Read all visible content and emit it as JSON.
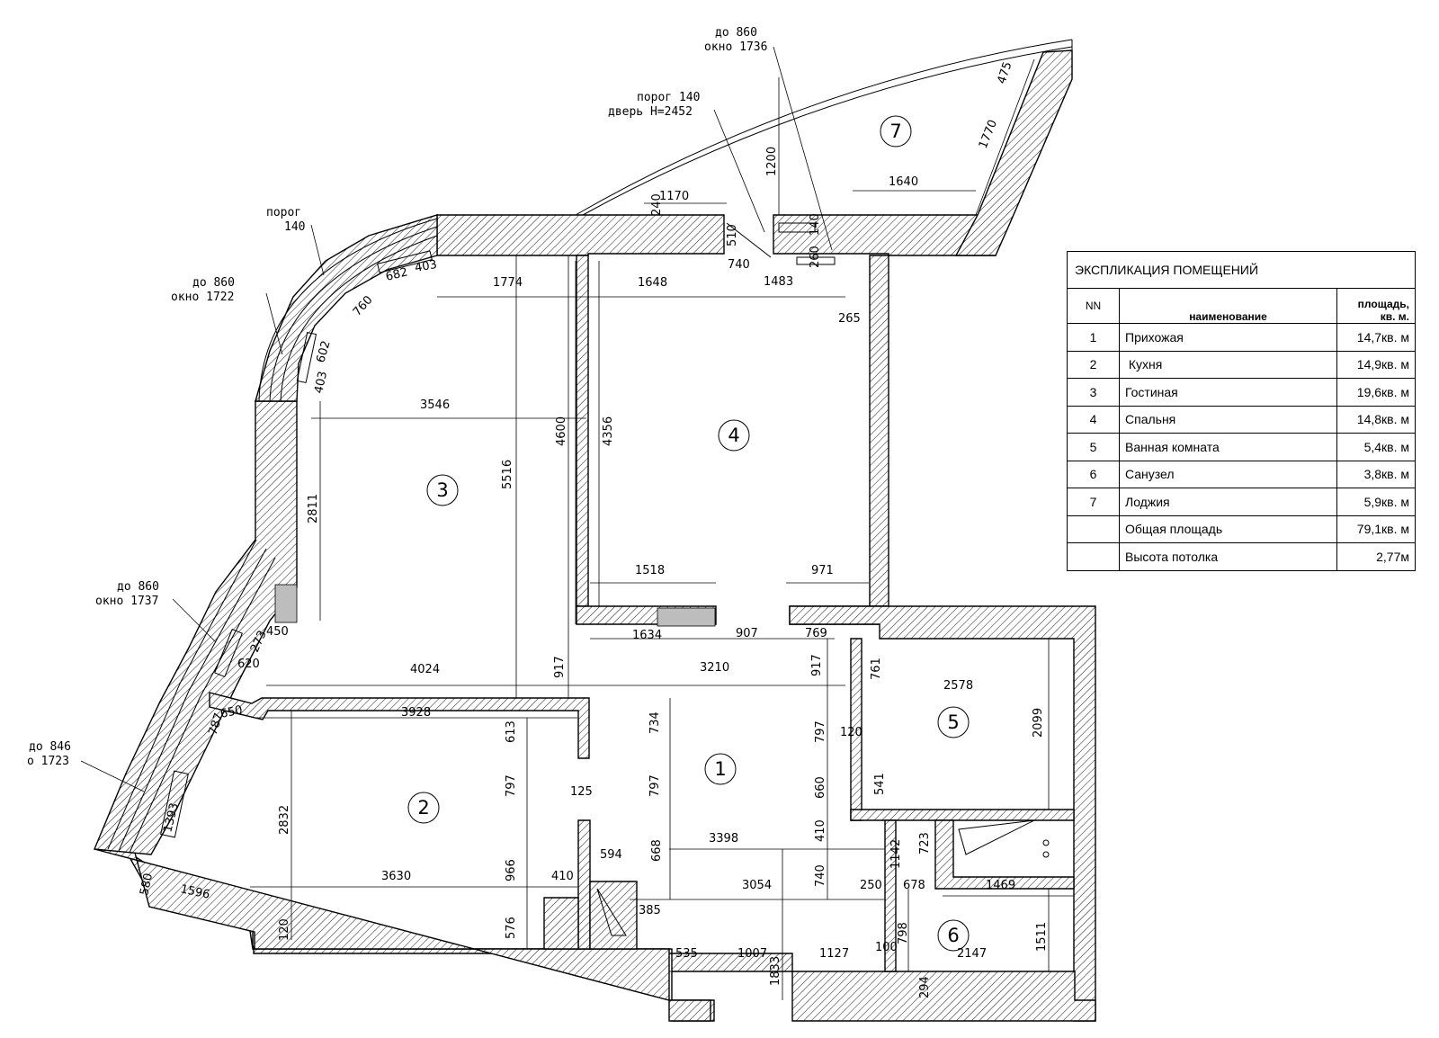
{
  "legend": {
    "title": "ЭКСПЛИКАЦИЯ ПОМЕЩЕНИЙ",
    "headers": {
      "nn": "NN",
      "name": "наименование",
      "area": "площадь, кв. м."
    },
    "rows": [
      {
        "nn": "1",
        "name": "Прихожая",
        "area": "14,7кв. м"
      },
      {
        "nn": "2",
        "name": " Кухня",
        "area": "14,9кв. м"
      },
      {
        "nn": "3",
        "name": "Гостиная",
        "area": "19,6кв. м"
      },
      {
        "nn": "4",
        "name": "Спальня",
        "area": "14,8кв. м"
      },
      {
        "nn": "5",
        "name": "Ванная комната",
        "area": "5,4кв. м"
      },
      {
        "nn": "6",
        "name": "Санузел",
        "area": "3,8кв. м"
      },
      {
        "nn": "7",
        "name": "Лоджия",
        "area": "5,9кв. м"
      },
      {
        "nn": "",
        "name": "Общая площадь",
        "area": "79,1кв. м"
      },
      {
        "nn": "",
        "name": "Высота потолка",
        "area": "2,77м"
      }
    ]
  },
  "rooms": {
    "r1": "1",
    "r2": "2",
    "r3": "3",
    "r4": "4",
    "r5": "5",
    "r6": "6",
    "r7": "7"
  },
  "notes": {
    "n1a": "до 860",
    "n1b": "окно 1736",
    "n2a": "порог 140",
    "n2b": "дверь Н=2452",
    "n3a": "порог",
    "n3b": "140",
    "n4a": "до 860",
    "n4b": "окно 1722",
    "n5a": "до 860",
    "n5b": "окно 1737",
    "n6a": "до 846",
    "n6b": "о 1723"
  },
  "dims": {
    "d475": "475",
    "d1770": "1770",
    "d1640": "1640",
    "d1200": "1200",
    "d240": "240",
    "d1170": "1170",
    "d510": "510",
    "d740a": "740",
    "d260": "260",
    "d140": "140",
    "d1483": "1483",
    "d1648": "1648",
    "d1774": "1774",
    "d265": "265",
    "d682": "682",
    "d403a": "403",
    "d760": "760",
    "d602": "602",
    "d403b": "403",
    "d3546": "3546",
    "d5516": "5516",
    "d4600": "4600",
    "d4356": "4356",
    "d2811": "2811",
    "d1518": "1518",
    "d971": "971",
    "d450": "450",
    "d273": "273",
    "d620": "620",
    "d1634": "1634",
    "d907": "907",
    "d769": "769",
    "d4024": "4024",
    "d917a": "917",
    "d3210": "3210",
    "d917b": "917",
    "d761": "761",
    "d2578": "2578",
    "d2099": "2099",
    "d650": "650",
    "d3928": "3928",
    "d613": "613",
    "d734": "734",
    "d787": "787",
    "d797a": "797",
    "d797b": "797",
    "d797c": "797",
    "d120a": "120",
    "d1393": "1393",
    "d2832": "2832",
    "d125": "125",
    "d660": "660",
    "d541": "541",
    "d966": "966",
    "d668": "668",
    "d594": "594",
    "d3398": "3398",
    "d410a": "410",
    "d1142": "1142",
    "d723": "723",
    "d3630": "3630",
    "d410b": "410",
    "d3054": "3054",
    "d740b": "740",
    "d250": "250",
    "d678": "678",
    "d1469": "1469",
    "d580": "580",
    "d1596": "1596",
    "d385": "385",
    "d1833": "1833",
    "d576": "576",
    "d120b": "120",
    "d798": "798",
    "d1511": "1511",
    "d100": "100",
    "d2147": "2147",
    "d535": "535",
    "d1007": "1007",
    "d1127": "1127",
    "d294": "294"
  }
}
